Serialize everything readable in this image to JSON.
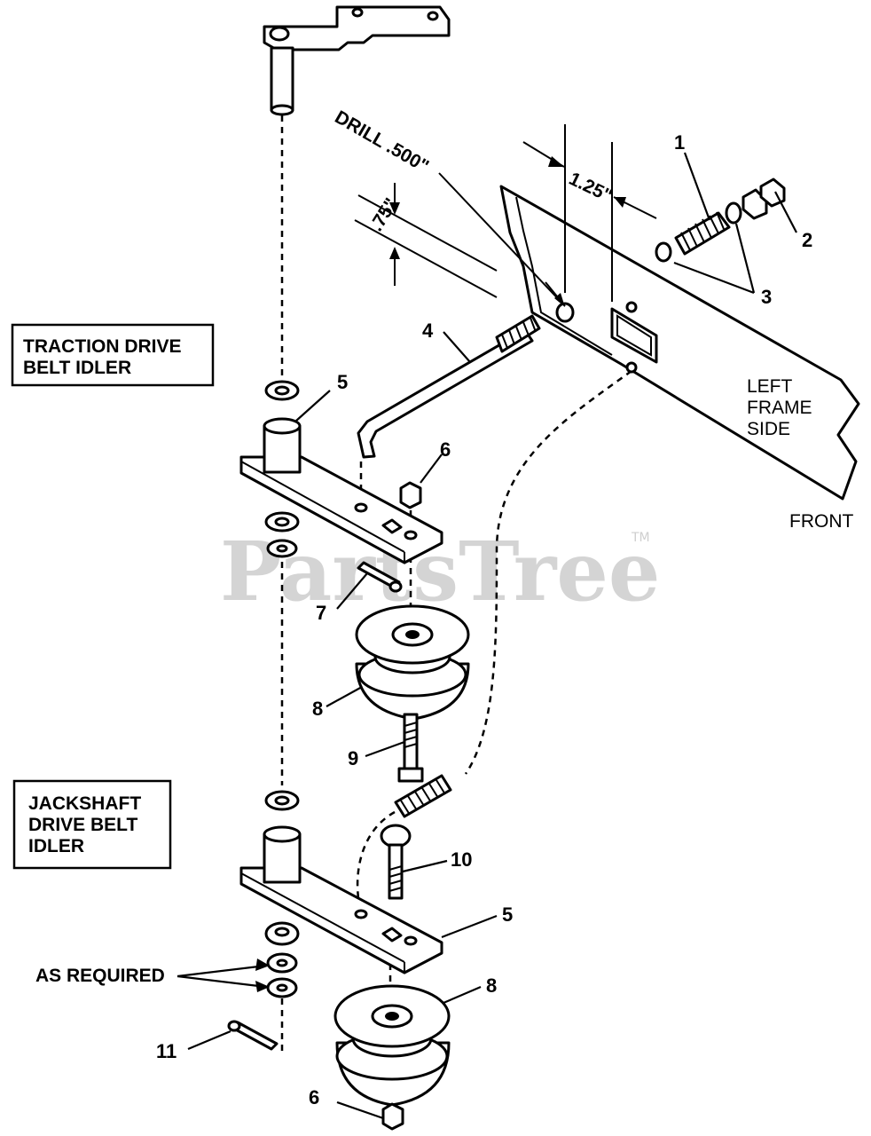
{
  "watermark": {
    "text": "PartsTree",
    "trademark": "TM"
  },
  "boxes": {
    "traction": [
      "TRACTION DRIVE",
      "BELT IDLER"
    ],
    "jackshaft": [
      "JACKSHAFT",
      "DRIVE BELT",
      "IDLER"
    ]
  },
  "dimensions": {
    "drill": "DRILL .500\"",
    "offset_horizontal": "1.25\"",
    "offset_vertical": ".75\""
  },
  "frame": {
    "side_label": [
      "LEFT",
      "FRAME",
      "SIDE"
    ],
    "front_label": "FRONT"
  },
  "callouts": {
    "as_required": "AS REQUIRED",
    "p1": "1",
    "p2": "2",
    "p3": "3",
    "p4": "4",
    "p5_upper": "5",
    "p5_lower": "5",
    "p6_upper": "6",
    "p6_lower": "6",
    "p7": "7",
    "p8_upper": "8",
    "p8_lower": "8",
    "p9": "9",
    "p10": "10",
    "p11": "11"
  }
}
